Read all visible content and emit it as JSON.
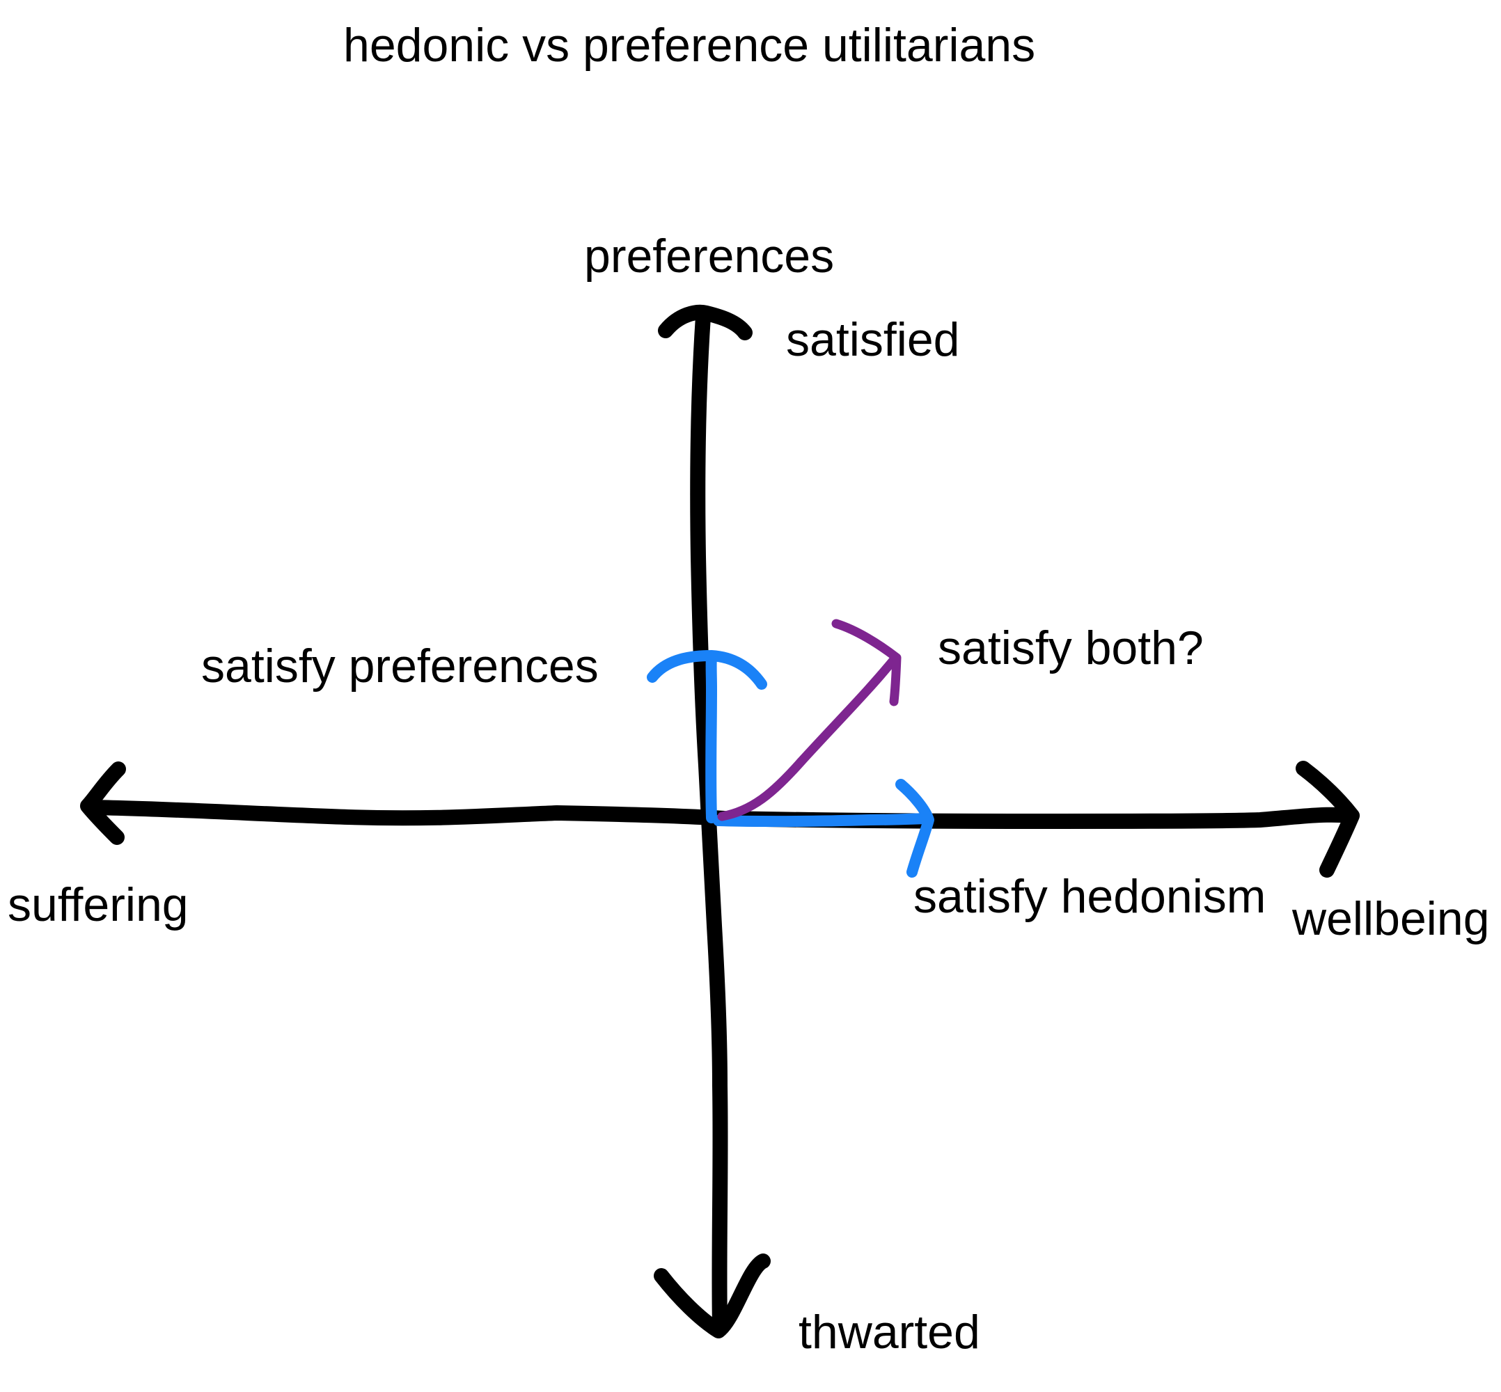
{
  "title": "hedonic vs preference utilitarians",
  "axes": {
    "y_name": "preferences",
    "y_top": "satisfied",
    "y_bottom": "thwarted",
    "x_left": "suffering",
    "x_right": "wellbeing"
  },
  "arrows": {
    "preferences": "satisfy preferences",
    "hedonism": "satisfy hedonism",
    "both": "satisfy both?"
  },
  "colors": {
    "axis": "#000000",
    "blue": "#1a82f7",
    "purple": "#7e2590"
  }
}
